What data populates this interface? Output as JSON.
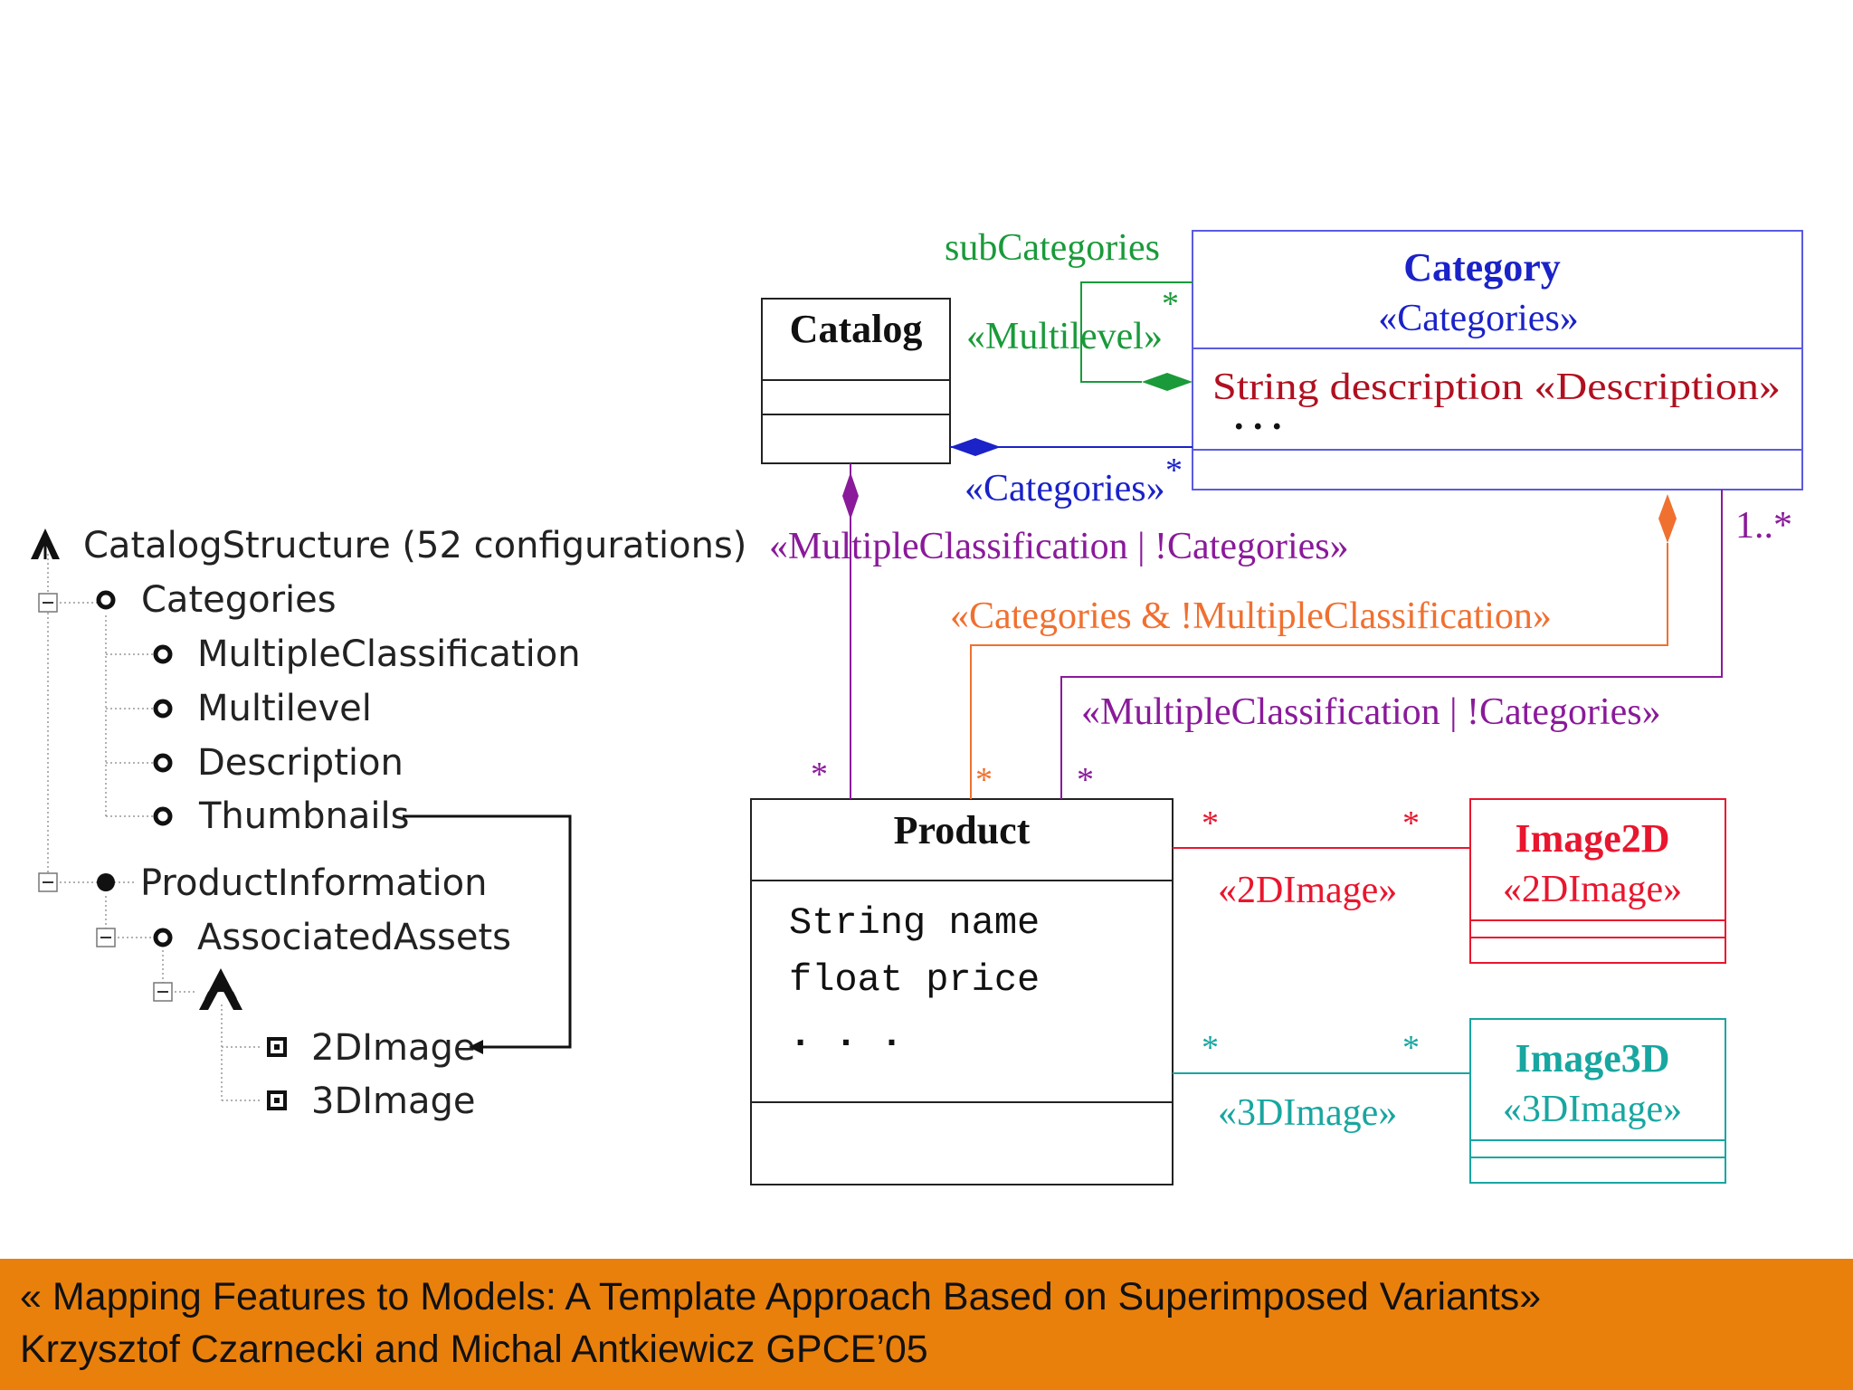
{
  "feature_tree": {
    "root": "CatalogStructure (52 configurations)",
    "categories": "Categories",
    "multiple_classification": "MultipleClassification",
    "multilevel": "Multilevel",
    "description": "Description",
    "thumbnails": "Thumbnails",
    "product_information": "ProductInformation",
    "associated_assets": "AssociatedAssets",
    "image_2d": "2DImage",
    "image_3d": "3DImage"
  },
  "uml": {
    "catalog": {
      "name": "Catalog"
    },
    "category": {
      "name": "Category",
      "stereotype": "«Categories»",
      "attribute": "String description «Description»",
      "ellipsis": ". . ."
    },
    "product": {
      "name": "Product",
      "attr_name": "String name",
      "attr_price": "float price",
      "ellipsis": ". . ."
    },
    "image2d": {
      "name": "Image2D",
      "stereotype": "«2DImage»"
    },
    "image3d": {
      "name": "Image3D",
      "stereotype": "«3DImage»"
    },
    "labels": {
      "sub_categories": "subCategories",
      "multilevel": "«Multilevel»",
      "categories_assoc": "«Categories»",
      "mc_not_categories_1": "«MultipleClassification | !Categories»",
      "categories_not_mc": "«Categories & !MultipleClassification»",
      "mc_not_categories_2": "«MultipleClassification | !Categories»",
      "assoc_2d": "«2DImage»",
      "assoc_3d": "«3DImage»",
      "star": "*",
      "one_to_many": "1..*"
    }
  },
  "colors": {
    "green": "#1a9a3a",
    "blue": "#1a22c8",
    "darkred": "#b01020",
    "purple": "#8a1a9a",
    "orange": "#f07030",
    "red": "#e8162e",
    "teal": "#18a6a0"
  },
  "footer": {
    "line1": "« Mapping Features to Models: A Template Approach Based on Superimposed Variants»",
    "line2": "Krzysztof Czarnecki and Michal Antkiewicz GPCE’05"
  }
}
